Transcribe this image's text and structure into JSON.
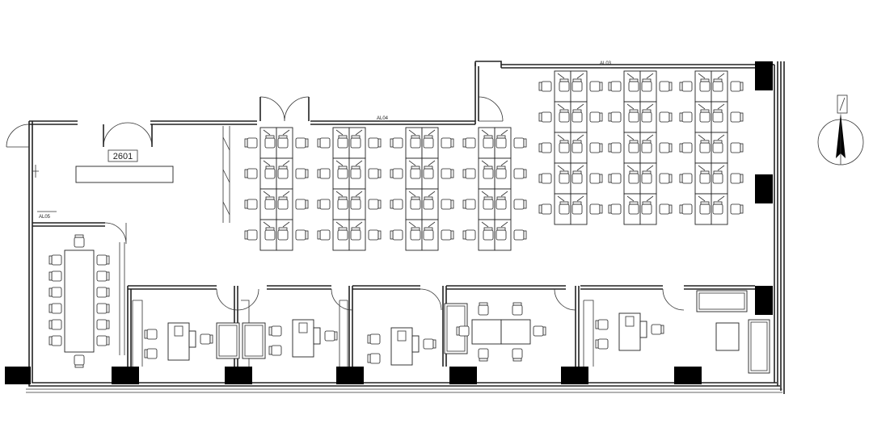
{
  "plan": {
    "room_label": "2601",
    "markers": [
      "AL03",
      "AL04",
      "AL05"
    ],
    "north_arrow_icon": "compass-north-icon",
    "colors": {
      "line": "#222222",
      "background": "#ffffff",
      "pillar": "#000000"
    }
  }
}
